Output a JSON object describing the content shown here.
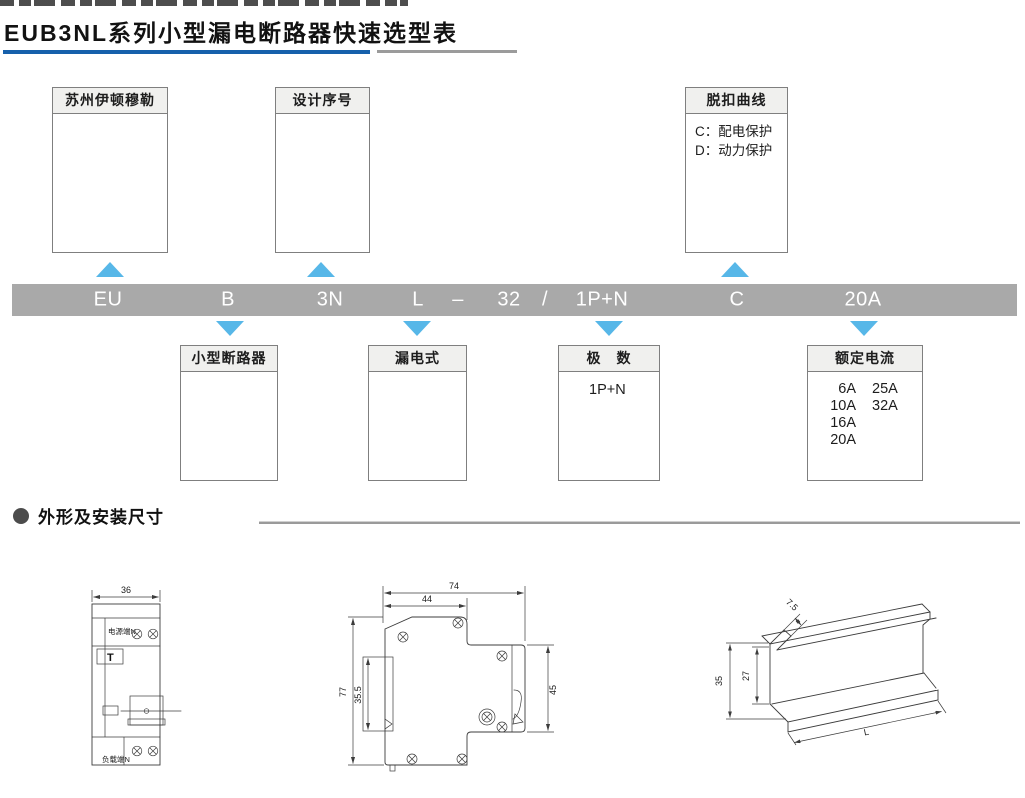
{
  "header": {
    "title": "EUB3NL系列小型漏电断路器快速选型表"
  },
  "model_bar": {
    "segments": [
      "EU",
      "B",
      "3N",
      "L",
      "–",
      "32",
      "/",
      "1P+N",
      "C",
      "20A"
    ]
  },
  "callouts_top": [
    {
      "title": "苏州伊顿穆勒",
      "lines": []
    },
    {
      "title": "设计序号",
      "lines": []
    },
    {
      "title": "脱扣曲线",
      "lines": [
        "C：配电保护",
        "D：动力保护"
      ]
    }
  ],
  "callouts_bottom": [
    {
      "title": "小型断路器",
      "lines": []
    },
    {
      "title": "漏电式",
      "lines": []
    },
    {
      "title": "极　数",
      "lines": [
        "1P+N"
      ]
    },
    {
      "title": "额定电流",
      "columns": {
        "left": [
          "6A",
          "10A",
          "16A",
          "20A"
        ],
        "right": [
          "25A",
          "32A"
        ]
      }
    }
  ],
  "section": {
    "title": "外形及安装尺寸"
  },
  "drawings": {
    "front_view": {
      "dim_width": "36",
      "top_terminal_label": "电源端N",
      "bottom_terminal_label": "负载端N",
      "test_button_label": "T"
    },
    "side_view": {
      "dim_overall_depth": "74",
      "dim_body_depth": "44",
      "dim_overall_height": "77",
      "dim_rail_recess": "35.5",
      "dim_front_height": "45"
    },
    "rail_view": {
      "dim_lip": "7.5",
      "dim_rail_height": "35",
      "dim_web_height": "27",
      "dim_length_label": "L"
    }
  },
  "colors": {
    "accent_blue": "#1660ab",
    "arrow_blue": "#57b7e8",
    "bar_gray": "#a9a9a9",
    "underline_gray": "#9b9b9b"
  }
}
